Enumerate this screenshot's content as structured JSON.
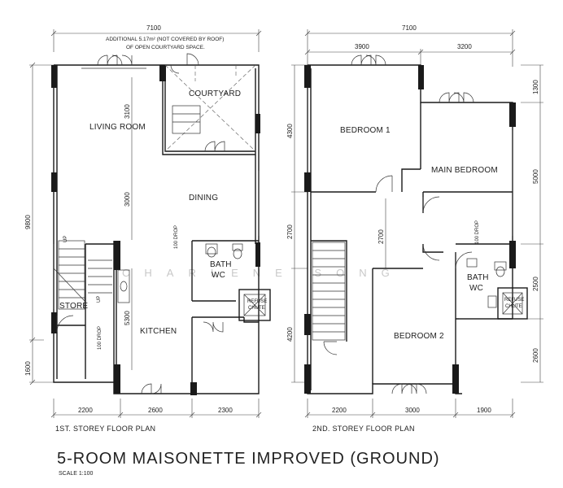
{
  "drawing_title": "5-ROOM MAISONETTE IMPROVED (GROUND)",
  "scale": "SCALE  1:100",
  "watermark": "CHARLENE SONG",
  "first_storey": {
    "caption": "1ST. STOREY FLOOR PLAN",
    "note_line1": "ADDITIONAL 5.17m² (NOT COVERED BY ROOF)",
    "note_line2": "OF OPEN COURTYARD SPACE.",
    "rooms": {
      "courtyard": "COURTYARD",
      "living_room": "LIVING ROOM",
      "dining": "DINING",
      "kitchen": "KITCHEN",
      "bath_wc_line1": "BATH",
      "bath_wc_line2": "WC",
      "store": "STORE",
      "refuse_chute_line1": "REFUSE",
      "refuse_chute_line2": "CHUTE"
    },
    "marks": {
      "up_stair": "UP",
      "up_courtyard": "UP",
      "drop_dining": "100 DROP",
      "drop_store": "100 DROP"
    },
    "dimensions": {
      "overall_width": "7100",
      "overall_depth": "9800",
      "left_bottom": "1600",
      "courtyard_depth": "3100",
      "dining_depth": "3000",
      "kitchen_depth": "5300",
      "bottom_left": "2200",
      "bottom_mid": "2600",
      "bottom_right": "2300"
    }
  },
  "second_storey": {
    "caption": "2ND. STOREY FLOOR PLAN",
    "rooms": {
      "bedroom1": "BEDROOM 1",
      "main_bedroom": "MAIN BEDROOM",
      "bedroom2": "BEDROOM 2",
      "bath_wc_line1": "BATH",
      "bath_wc_line2": "WC",
      "refuse_chute_line1": "REFUSE",
      "refuse_chute_line2": "CHUTE"
    },
    "marks": {
      "drop_bath": "100 DROP"
    },
    "dimensions": {
      "overall_width": "7100",
      "top_left": "3900",
      "top_right": "3200",
      "left_top": "4300",
      "left_mid": "2700",
      "left_bottom": "4200",
      "corridor": "2700",
      "right_top": "1300",
      "right_mid": "5000",
      "right_bath": "2500",
      "right_bottom": "2600",
      "bottom_left": "2200",
      "bottom_mid": "3000",
      "bottom_right": "1900"
    }
  }
}
